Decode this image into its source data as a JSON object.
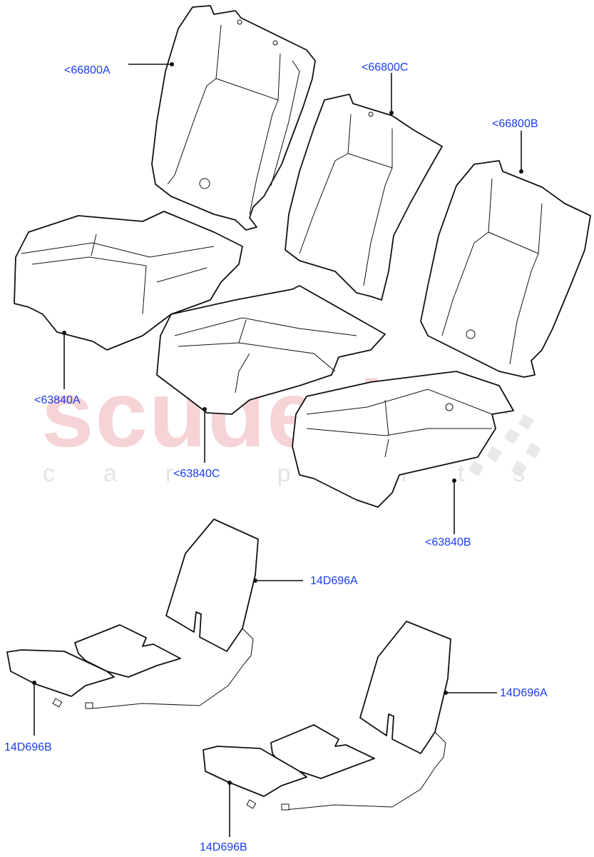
{
  "diagram": {
    "type": "exploded parts diagram",
    "subject": "rear seat frames, cushions and heater/sensor mats",
    "watermark": {
      "main": "scuderia",
      "sub": "car parts",
      "main_color": "#f6d3d6",
      "sub_color": "#e4e4e4"
    },
    "label_color": "#1a3cf0",
    "callouts": [
      {
        "id": "c1",
        "text": "<66800A",
        "part": "seat back frame (left)"
      },
      {
        "id": "c2",
        "text": "<66800C",
        "part": "seat back frame (centre)"
      },
      {
        "id": "c3",
        "text": "<66800B",
        "part": "seat back frame (right)"
      },
      {
        "id": "c4",
        "text": "<63840A",
        "part": "seat cushion (left)"
      },
      {
        "id": "c5",
        "text": "<63840C",
        "part": "seat cushion (centre)"
      },
      {
        "id": "c6",
        "text": "<63840B",
        "part": "seat cushion (right)"
      },
      {
        "id": "c7",
        "text": "14D696A",
        "part": "seat back heater mat (upper assembly)"
      },
      {
        "id": "c8",
        "text": "14D696B",
        "part": "cushion heater mat (upper assembly)"
      },
      {
        "id": "c9",
        "text": "14D696A",
        "part": "seat back heater mat (lower assembly)"
      },
      {
        "id": "c10",
        "text": "14D696B",
        "part": "cushion heater mat (lower assembly)"
      }
    ]
  }
}
